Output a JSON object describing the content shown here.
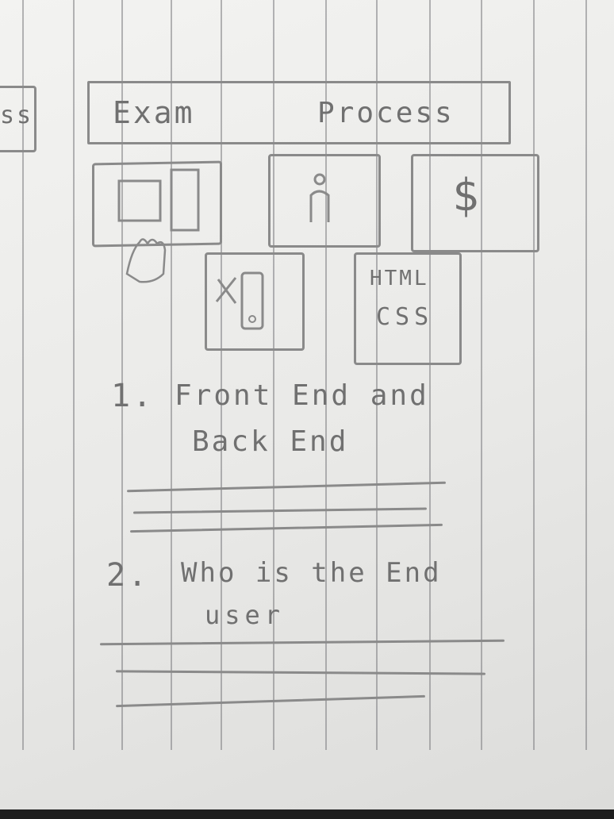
{
  "sketch": {
    "side_fragment": "ss",
    "header": {
      "left_word": "Exam",
      "right_word": "Process"
    },
    "icons": {
      "card3_symbol": "$",
      "card5_line1": "HTML",
      "card5_line2": "CSS"
    },
    "list": [
      {
        "number": "1.",
        "line1": "Front End and",
        "line2": "Back End"
      },
      {
        "number": "2.",
        "line1": "Who is the End",
        "line2": "user"
      }
    ]
  }
}
